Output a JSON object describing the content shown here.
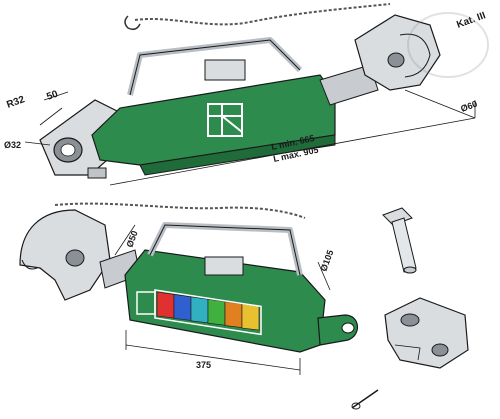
{
  "dimensions": {
    "r32": "R32",
    "d50_top": "50",
    "d32": "Ø32",
    "lmin": "L min. 665",
    "lmax": "L max. 905",
    "kat": "Kat. III",
    "d60": "Ø60",
    "d50_bottom": "Ø50",
    "d105": "Ø105",
    "len375": "375"
  },
  "colors": {
    "body_green": "#2e8b4e",
    "body_green_dark": "#1f6b3a",
    "metal": "#d9dde0",
    "metal_dark": "#9aa0a6",
    "line": "#1a1a1a"
  },
  "gauge_colors": [
    "#e03030",
    "#3060d0",
    "#30b0c0",
    "#40b040",
    "#e08020",
    "#e8c030"
  ]
}
